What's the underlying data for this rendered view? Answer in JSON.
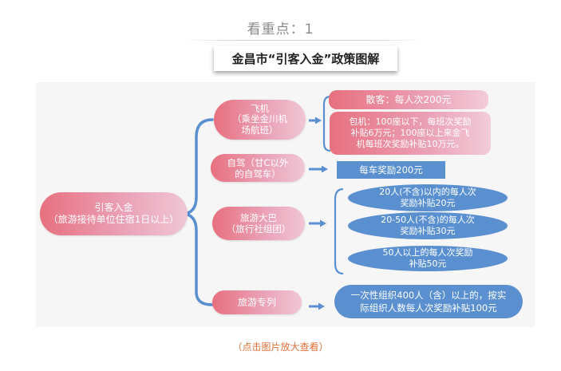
{
  "header": {
    "text": "看重点：1"
  },
  "title": "金昌市“引客入金”政策图解",
  "root": {
    "text": "引客入金\n（旅游接待单位住宿1日以上）"
  },
  "branches": [
    {
      "label": "飞机\n（乘坐金川机\n场航班）",
      "details": [
        "散客：每人次200元",
        "包机：100座以下，每班次奖励\n补贴6万元；100座以上来金飞\n机每班次奖励补贴10万元。"
      ]
    },
    {
      "label": "自驾（甘C以外\n的自驾车）",
      "details": [
        "每车奖励200元"
      ]
    },
    {
      "label": "旅游大巴\n（旅行社组团）",
      "details": [
        "20人(不含)以内的每人次\n奖励补贴20元",
        "20-50人(不含)的每人次\n奖励补贴30元",
        "50人以上的每人次奖励\n补贴50元"
      ]
    },
    {
      "label": "旅游专列",
      "details": [
        "一次性组织400人（含）以上的，按实\n际组织人数每人次奖励补贴100元"
      ]
    }
  ],
  "footer": "（点击图片放大查看）",
  "colors": {
    "pink": "#e8707f",
    "blue": "#5a8fd0",
    "footer": "#e0703a"
  }
}
